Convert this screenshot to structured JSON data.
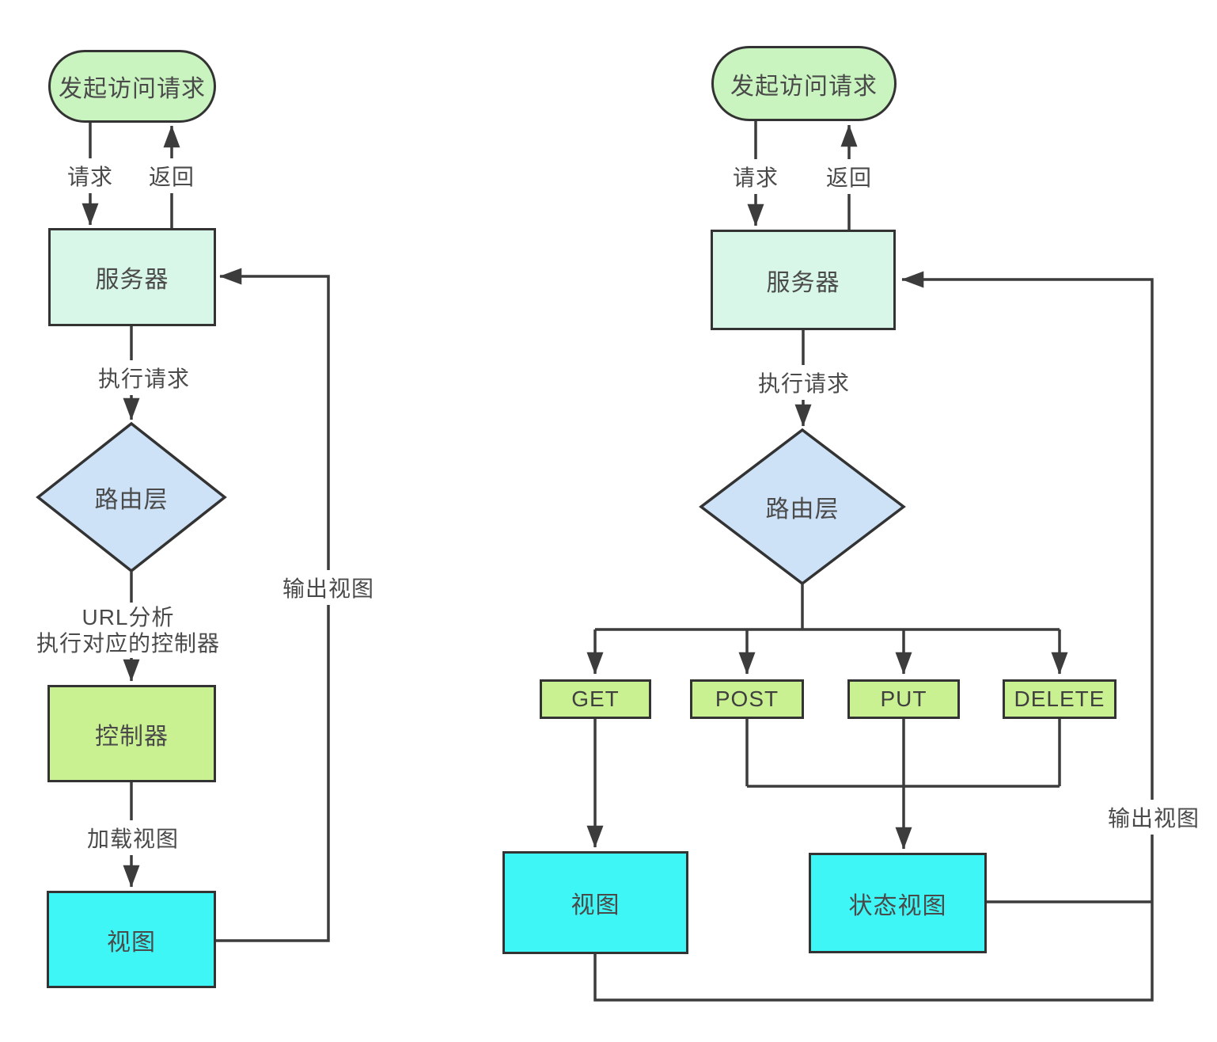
{
  "colors": {
    "start_fill": "#c9f4bf",
    "server_fill": "#d9f7e8",
    "router_fill": "#cee2f7",
    "method_fill": "#caf191",
    "view_fill": "#3ef6f6",
    "border": "#333333",
    "line": "#3c3c3c",
    "text": "#4a4a4a"
  },
  "left": {
    "start": "发起访问请求",
    "server": "服务器",
    "router": "路由层",
    "controller": "控制器",
    "view": "视图",
    "labels": {
      "request": "请求",
      "back": "返回",
      "execute": "执行请求",
      "url_line1": "URL分析",
      "url_line2": "执行对应的控制器",
      "load_view": "加载视图",
      "output_view": "输出视图"
    }
  },
  "right": {
    "start": "发起访问请求",
    "server": "服务器",
    "router": "路由层",
    "methods": [
      "GET",
      "POST",
      "PUT",
      "DELETE"
    ],
    "view": "视图",
    "status_view": "状态视图",
    "labels": {
      "request": "请求",
      "back": "返回",
      "execute": "执行请求",
      "output_view": "输出视图"
    }
  }
}
